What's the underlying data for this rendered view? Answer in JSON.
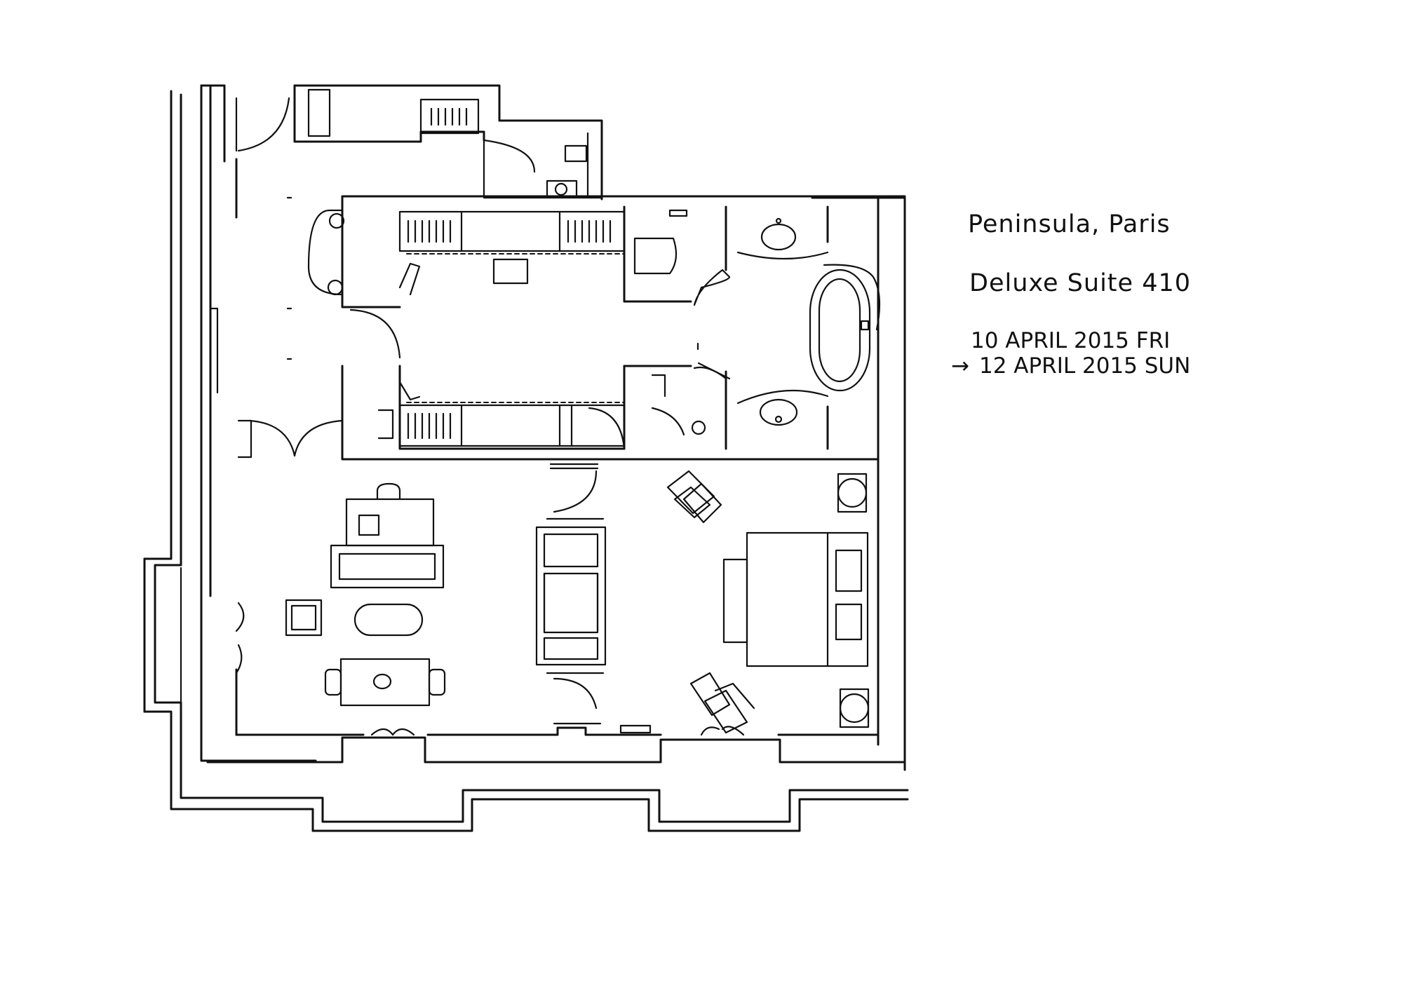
{
  "notes": {
    "hotel": "Peninsula, Paris",
    "suite": "Deluxe Suite 410",
    "check_in": "10 APRIL 2015 FRI",
    "check_out": "12 APRIL 2015 SUN",
    "arrow": "→"
  }
}
